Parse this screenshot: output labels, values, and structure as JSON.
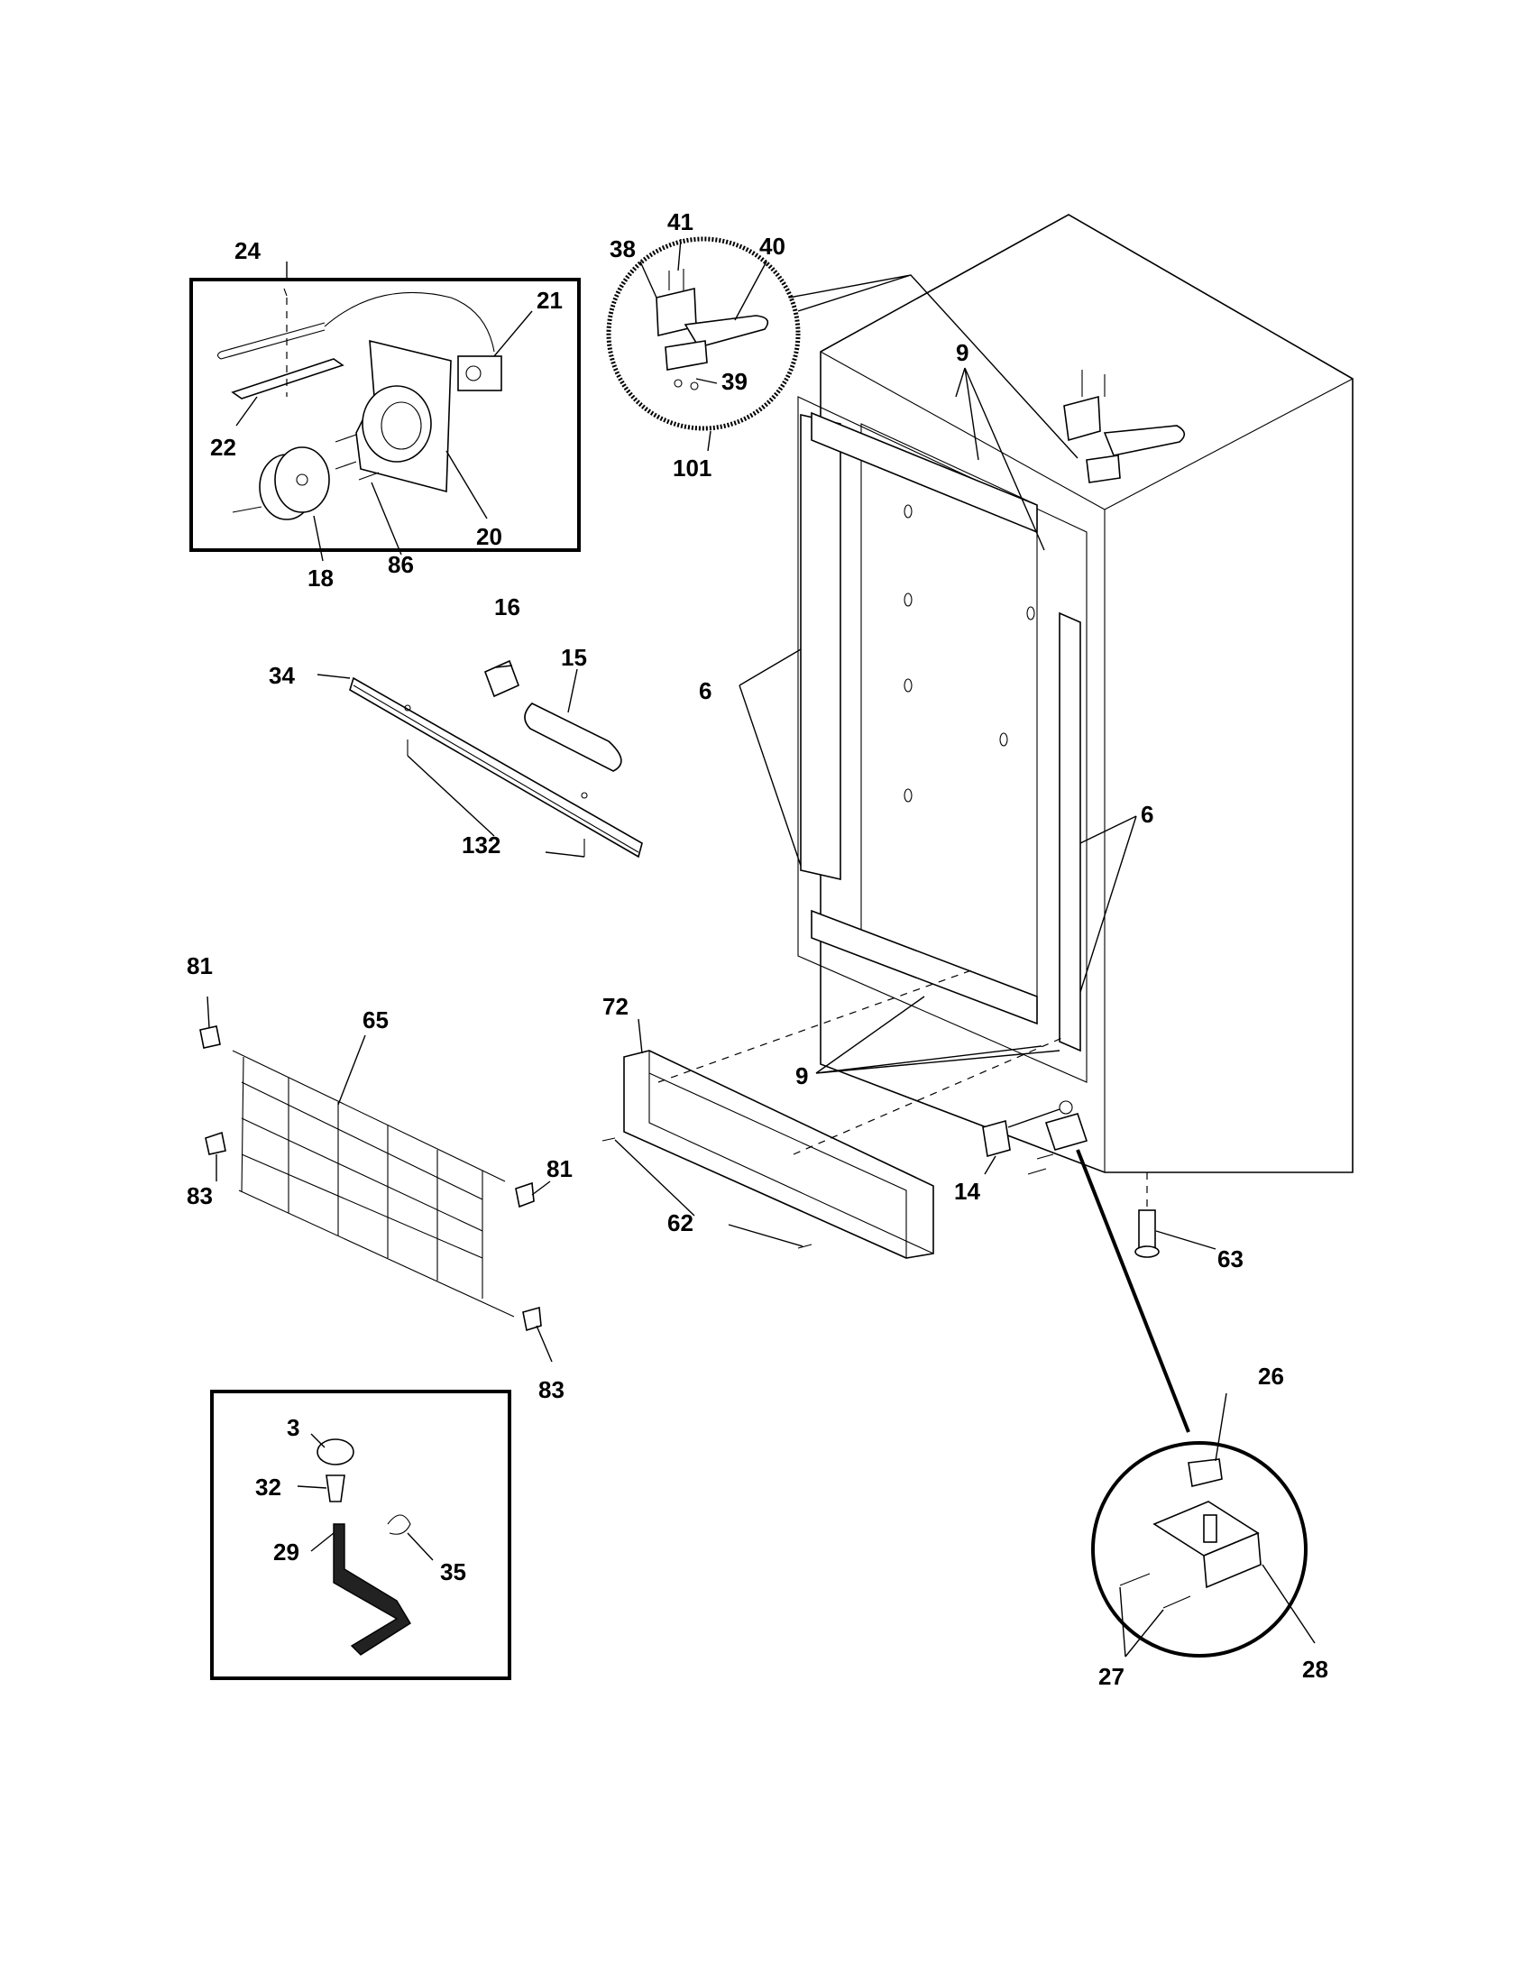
{
  "callouts": {
    "c24": "24",
    "c21": "21",
    "c22": "22",
    "c20": "20",
    "c18": "18",
    "c86": "86",
    "c41": "41",
    "c38": "38",
    "c40": "40",
    "c39": "39",
    "c101": "101",
    "c9a": "9",
    "c9b": "9",
    "c16": "16",
    "c15": "15",
    "c34": "34",
    "c132": "132",
    "c6a": "6",
    "c6b": "6",
    "c81a": "81",
    "c65": "65",
    "c83a": "83",
    "c81b": "81",
    "c83b": "83",
    "c72": "72",
    "c62": "62",
    "c14": "14",
    "c63": "63",
    "c26": "26",
    "c27": "27",
    "c28": "28",
    "c3": "3",
    "c32": "32",
    "c29": "29",
    "c35": "35"
  }
}
